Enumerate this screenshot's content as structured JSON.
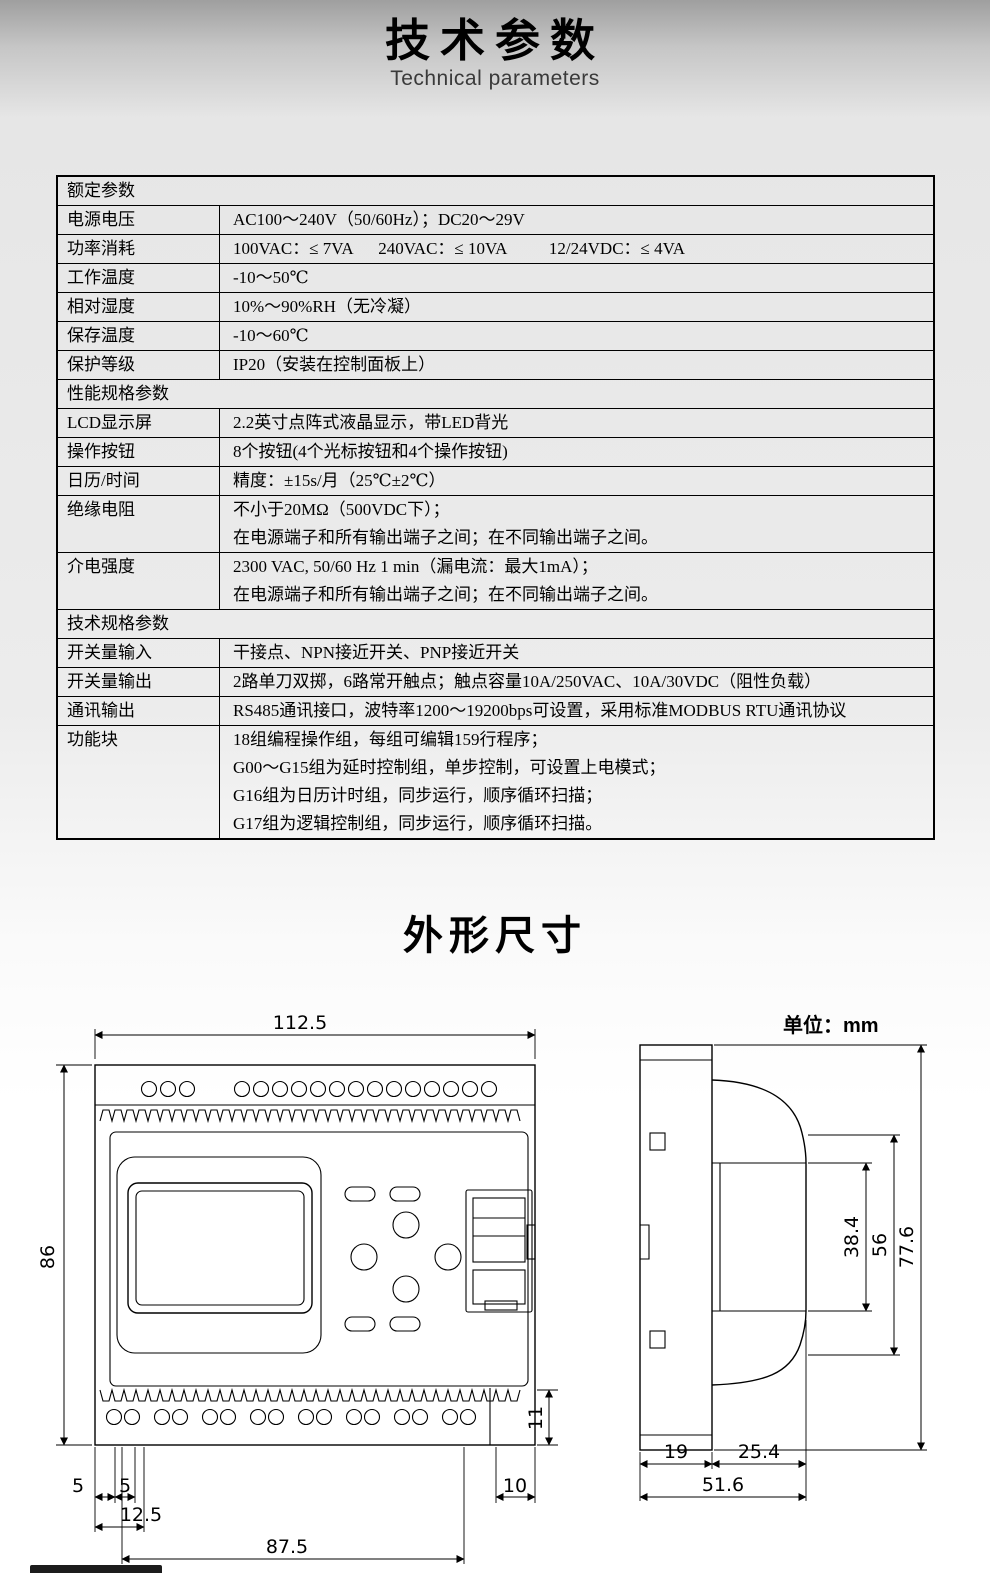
{
  "header": {
    "title": "技术参数",
    "subtitle": "Technical parameters"
  },
  "spec_table": {
    "rows": [
      {
        "type": "section",
        "label": "额定参数"
      },
      {
        "type": "item",
        "label": "电源电压",
        "value": "AC100～240V（50/60Hz）；DC20～29V"
      },
      {
        "type": "item",
        "label": "功率消耗",
        "value": "100VAC：≤ 7VA      240VAC：≤ 10VA          12/24VDC：≤ 4VA"
      },
      {
        "type": "item",
        "label": "工作温度",
        "value": "-10～50℃"
      },
      {
        "type": "item",
        "label": "相对湿度",
        "value": "10%～90%RH（无冷凝）"
      },
      {
        "type": "item",
        "label": "保存温度",
        "value": "-10～60℃"
      },
      {
        "type": "item",
        "label": "保护等级",
        "value": "IP20（安装在控制面板上）"
      },
      {
        "type": "section",
        "label": "性能规格参数"
      },
      {
        "type": "item",
        "label": "LCD显示屏",
        "value": "2.2英寸点阵式液晶显示，带LED背光"
      },
      {
        "type": "item",
        "label": "操作按钮",
        "value": "8个按钮(4个光标按钮和4个操作按钮)"
      },
      {
        "type": "item",
        "label": "日历/时间",
        "value": "精度：±15s/月（25℃±2℃）"
      },
      {
        "type": "item",
        "label": "绝缘电阻",
        "value": "不小于20MΩ（500VDC下）；\n在电源端子和所有输出端子之间；在不同输出端子之间。"
      },
      {
        "type": "item",
        "label": "介电强度",
        "value": "2300 VAC, 50/60 Hz 1 min（漏电流：最大1mA）；\n在电源端子和所有输出端子之间；在不同输出端子之间。"
      },
      {
        "type": "section",
        "label": "技术规格参数"
      },
      {
        "type": "item",
        "label": "开关量输入",
        "value": "干接点、NPN接近开关、PNP接近开关"
      },
      {
        "type": "item",
        "label": "开关量输出",
        "value": "2路单刀双掷，6路常开触点；触点容量10A/250VAC、10A/30VDC（阻性负载）"
      },
      {
        "type": "item",
        "label": "通讯输出",
        "value": "RS485通讯接口，波特率1200～19200bps可设置，采用标准MODBUS RTU通讯协议"
      },
      {
        "type": "item",
        "label": "功能块",
        "value": "18组编程操作组，每组可编辑159行程序；\nG00～G15组为延时控制组，单步控制，可设置上电模式；\nG16组为日历计时组，同步运行，顺序循环扫描；\nG17组为逻辑控制组，同步运行，顺序循环扫描。"
      }
    ]
  },
  "dims_section": {
    "title": "外形尺寸",
    "unit": "单位：mm"
  },
  "dims": {
    "front": {
      "width": "112.5",
      "height": "86",
      "offset_a": "5",
      "offset_b": "5",
      "first_terminal": "12.5",
      "terminal_span": "87.5",
      "offset_right": "10",
      "strip_height": "11"
    },
    "side": {
      "total_height": "77.6",
      "body_height": "56",
      "face_height": "38.4",
      "rail_w": "19",
      "front_w": "25.4",
      "total_w": "51.6"
    }
  }
}
